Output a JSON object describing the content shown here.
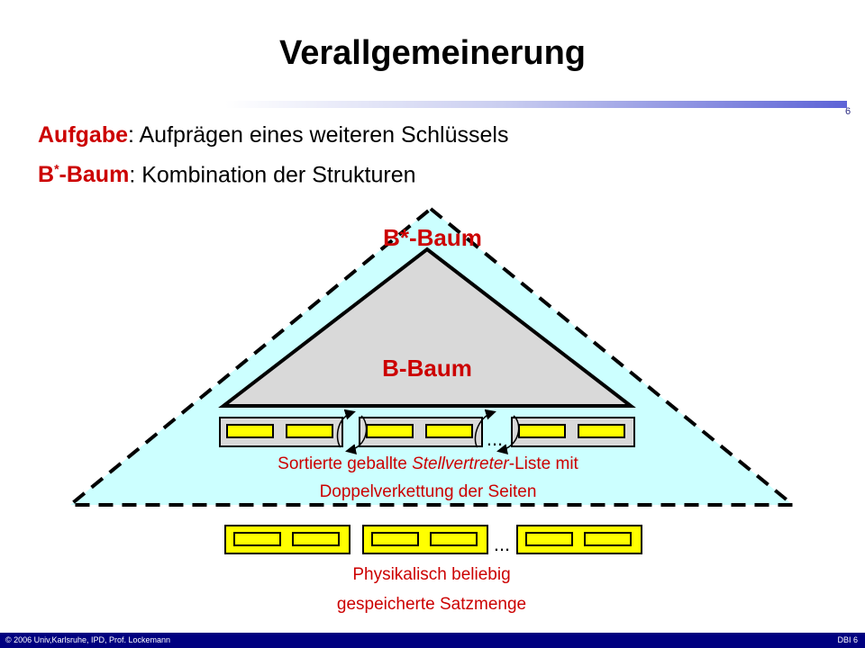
{
  "title": "Verallgemeinerung",
  "slide_number": "6",
  "bullets": [
    {
      "key": "Aufgabe",
      "text": ": Aufprägen eines weiteren Schlüssels"
    },
    {
      "key_prefix": "B",
      "key_sup": "*",
      "key_suffix": "-Baum",
      "text": ": Kombination der Strukturen"
    }
  ],
  "diagram": {
    "outer_label": "B*-Baum",
    "inner_label": "B-Baum",
    "ellipsis_top": "...",
    "ellipsis_bottom": "...",
    "list_caption_line1_pre": "Sortierte geballte ",
    "list_caption_line1_italic": "Stellvertreter",
    "list_caption_line1_post": "-Liste mit",
    "list_caption_line2": "Doppelverkettung der Seiten",
    "records_caption_line1": "Physikalisch beliebig",
    "records_caption_line2": "gespeicherte Satzmenge",
    "colors": {
      "outer_fill": "#ccffff",
      "inner_fill": "#d9d9d9",
      "record_fill": "#ffff00",
      "label_red": "#cc0000"
    }
  },
  "footer": {
    "left": "© 2006 Univ,Karlsruhe, IPD, Prof. Lockemann",
    "right": "DBI 6"
  }
}
